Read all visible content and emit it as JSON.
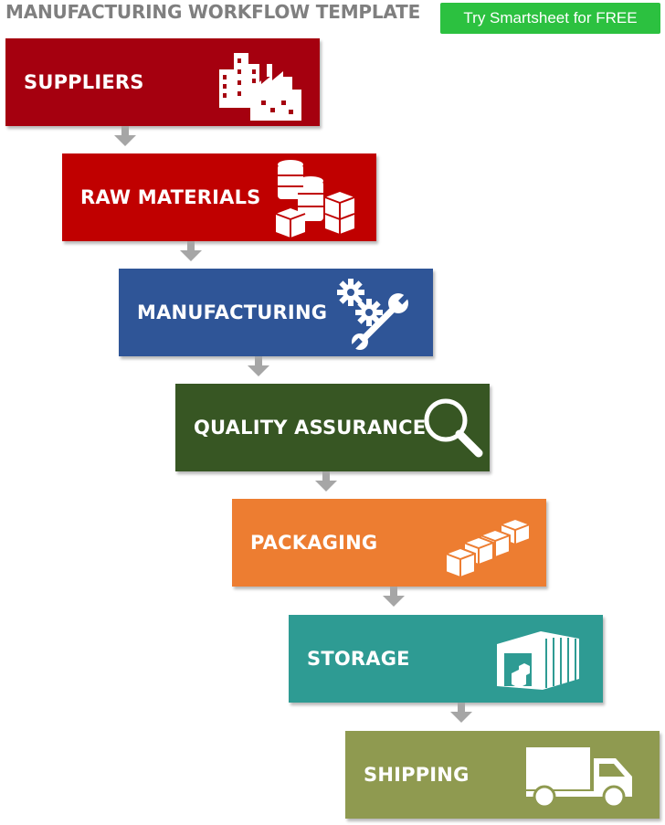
{
  "header": {
    "title": "MANUFACTURING WORKFLOW TEMPLATE",
    "cta_label": "Try Smartsheet for FREE"
  },
  "steps": [
    {
      "label": "SUPPLIERS",
      "color": "#a5000f",
      "icon": "factory-icon"
    },
    {
      "label": "RAW MATERIALS",
      "color": "#c00000",
      "icon": "materials-icon"
    },
    {
      "label": "MANUFACTURING",
      "color": "#2f5597",
      "icon": "gears-wrench-icon"
    },
    {
      "label": "QUALITY ASSURANCE",
      "color": "#375623",
      "icon": "magnifier-icon"
    },
    {
      "label": "PACKAGING",
      "color": "#ed7d31",
      "icon": "boxes-icon"
    },
    {
      "label": "STORAGE",
      "color": "#2e9b93",
      "icon": "warehouse-icon"
    },
    {
      "label": "SHIPPING",
      "color": "#8f9a50",
      "icon": "truck-icon"
    }
  ],
  "colors": {
    "cta": "#2cc140",
    "title": "#7f7f7f",
    "arrow": "#a6a6a6"
  }
}
